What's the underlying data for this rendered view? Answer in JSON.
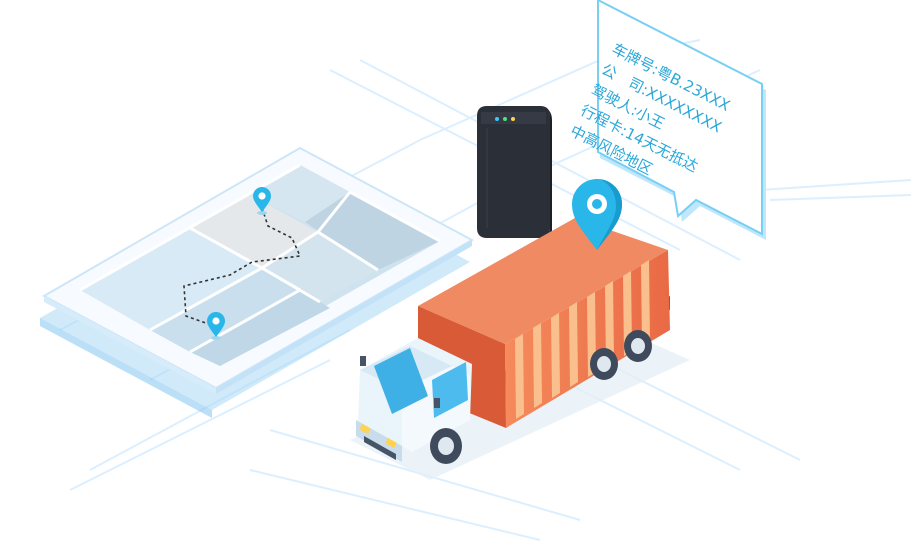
{
  "info_card": {
    "plate": "车牌号:粤B.23XXX",
    "company": "公　司:XXXXXXXX",
    "driver": "驾驶人:小王",
    "trip_card": "行程卡:14天无抵达",
    "risk_area": "中高风险地区"
  },
  "colors": {
    "accent": "#29b6e8",
    "truck_container": "#f0764f",
    "stripe": "#f9c08d",
    "cab": "#e9f4fb",
    "device": "#2e3440"
  },
  "icons": [
    "map-pin-icon",
    "location-marker-icon"
  ]
}
